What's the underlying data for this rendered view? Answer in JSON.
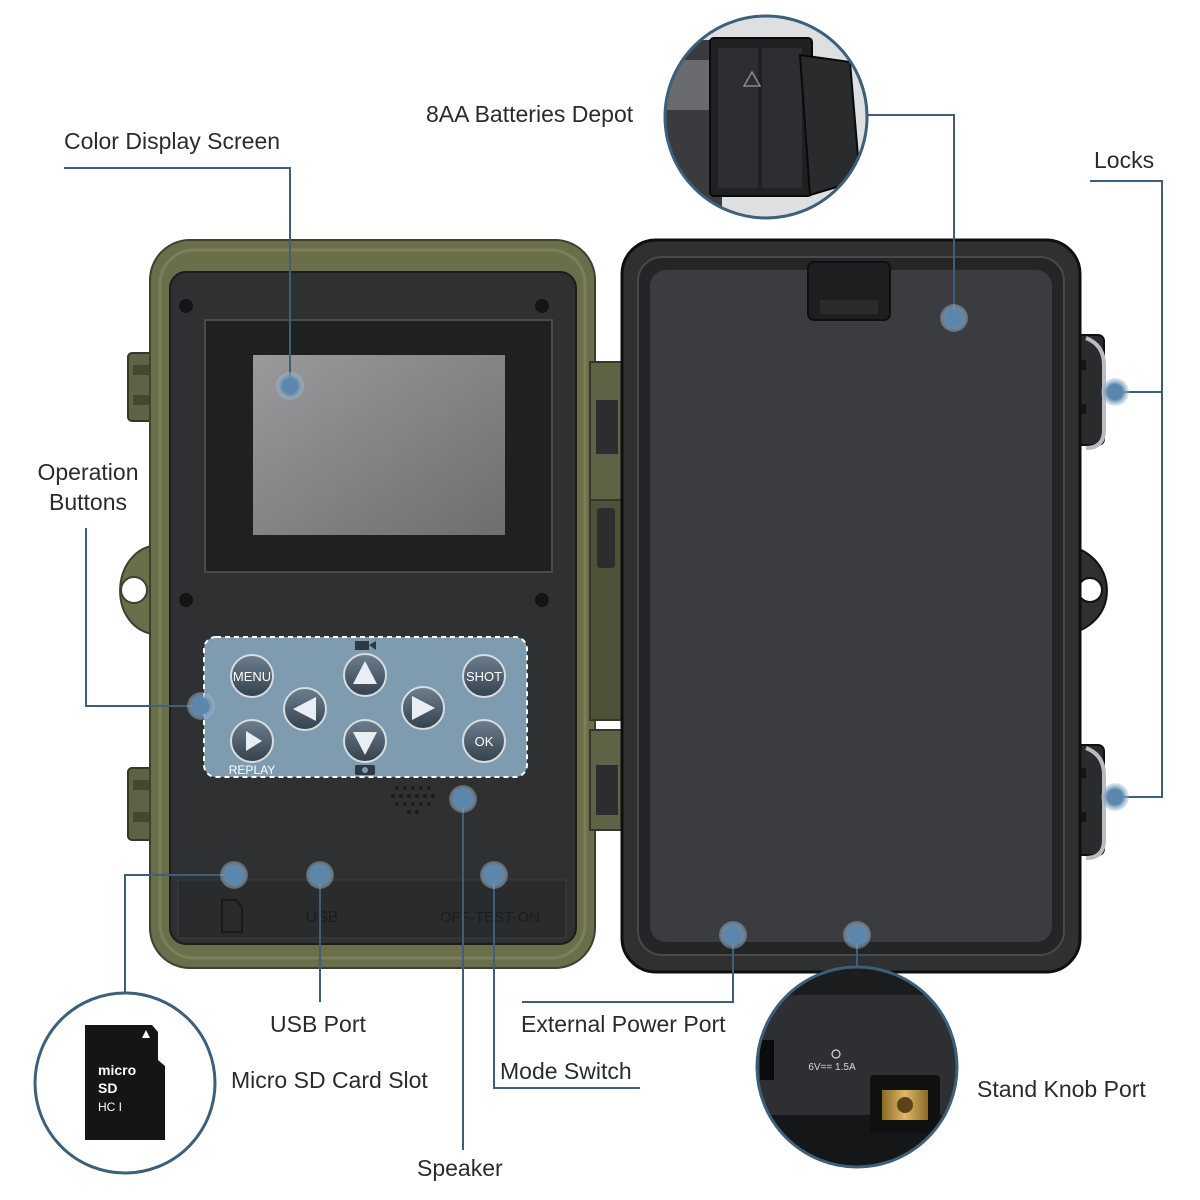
{
  "labels": {
    "color_display_screen": "Color Display Screen",
    "batteries_depot": "8AA Batteries Depot",
    "locks": "Locks",
    "operation_buttons_line1": "Operation",
    "operation_buttons_line2": "Buttons",
    "usb_port": "USB Port",
    "micro_sd_card_slot": "Micro SD Card Slot",
    "mode_switch": "Mode Switch",
    "external_power_port": "External Power Port",
    "stand_knob_port": "Stand Knob Port",
    "speaker": "Speaker"
  },
  "buttons": {
    "menu": "MENU",
    "shot": "SHOT",
    "ok": "OK",
    "replay": "REPLAY"
  },
  "ports": {
    "usb": "USB",
    "mode": "OFF-TEST-ON"
  },
  "sd_card": {
    "line1": "micro",
    "line2": "SD",
    "line3": "HC I"
  },
  "power_jack": "6V== 1.5A",
  "colors": {
    "callout_line": "#3d5f7a",
    "callout_dot": "#5b87ad",
    "case_green": "#6b6e4a",
    "case_dark": "#2e2f31",
    "button_panel": "#7f9bb0"
  }
}
